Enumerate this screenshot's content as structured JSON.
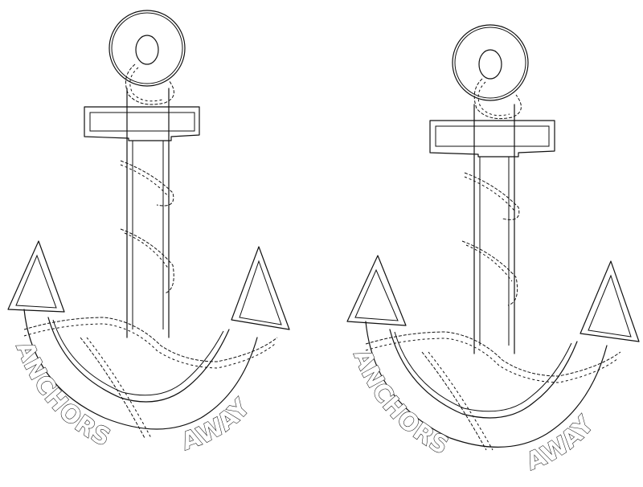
{
  "anchors": [
    {
      "caption_left": "ANCHORS",
      "caption_right": "AWAY"
    },
    {
      "caption_left": "ANCHORS",
      "caption_right": "AWAY"
    }
  ],
  "colors": {
    "line": "#111111",
    "background": "#ffffff"
  }
}
